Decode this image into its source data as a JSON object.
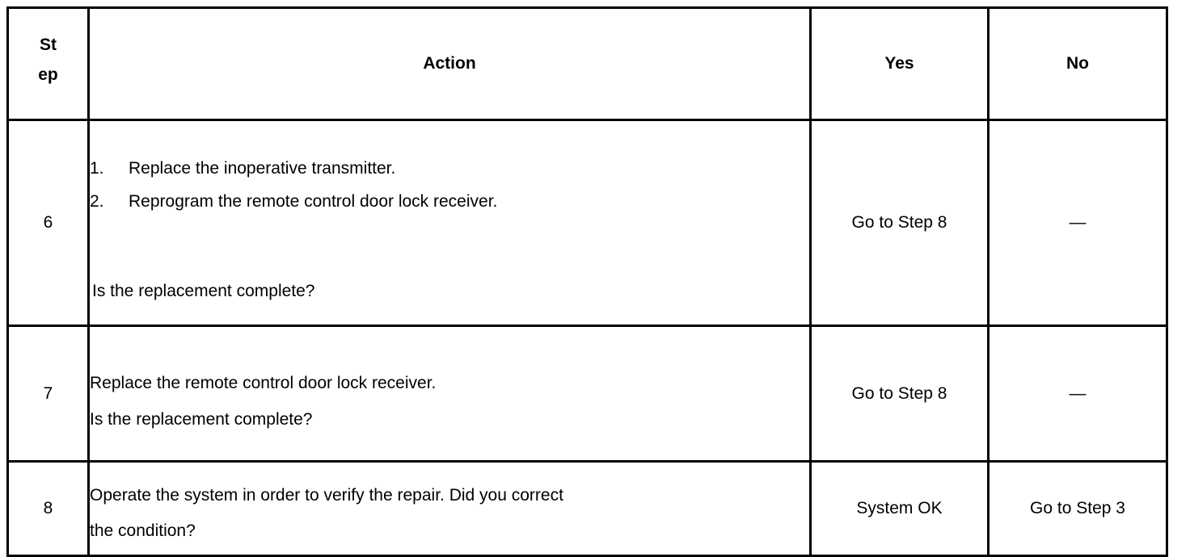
{
  "table": {
    "headers": {
      "step_line1": "St",
      "step_line2": "ep",
      "action": "Action",
      "yes": "Yes",
      "no": "No"
    },
    "rows": [
      {
        "step": "6",
        "action": {
          "list": [
            {
              "num": "1.",
              "text": "Replace the inoperative transmitter."
            },
            {
              "num": "2.",
              "text": "Reprogram the remote control door lock receiver."
            }
          ],
          "question": " Is the replacement complete?"
        },
        "yes": "Go to Step 8",
        "no": "—"
      },
      {
        "step": "7",
        "action": {
          "line1": "Replace the remote control door lock receiver.",
          "line2": "Is the replacement complete?"
        },
        "yes": "Go to Step 8",
        "no": "—"
      },
      {
        "step": "8",
        "action": {
          "line1": "Operate the system in order to verify the repair. Did you correct",
          "line2": "the condition?"
        },
        "yes": "System OK",
        "no": "Go to Step 3"
      }
    ]
  }
}
